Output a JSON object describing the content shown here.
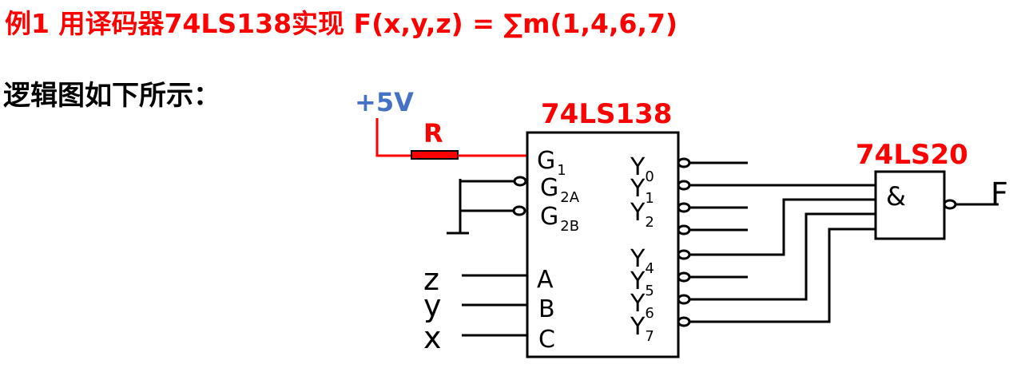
{
  "title": "例1  用译码器74LS138实现 F(x,y,z) = ∑m(1,4,6,7)",
  "subtitle": "逻辑图如下所示：",
  "supply_label": "+5V",
  "resistor_label": "R",
  "decoder_label": "74LS138",
  "nand_label": "74LS20",
  "nand_symbol": "&",
  "output_label": "F",
  "enable_pins": [
    {
      "main": "G",
      "sub": "1"
    },
    {
      "main": "G",
      "sub": "2A"
    },
    {
      "main": "G",
      "sub": "2B"
    }
  ],
  "address_pins": [
    "A",
    "B",
    "C"
  ],
  "inputs": [
    "z",
    "y",
    "x"
  ],
  "output_pins": [
    {
      "main": "Y",
      "sub": "0"
    },
    {
      "main": "Y",
      "sub": "1"
    },
    {
      "main": "Y",
      "sub": "2"
    },
    {
      "main": "Y",
      "sub": "4"
    },
    {
      "main": "Y",
      "sub": "5"
    },
    {
      "main": "Y",
      "sub": "6"
    },
    {
      "main": "Y",
      "sub": "7"
    }
  ],
  "colors": {
    "title": "#ff0000",
    "supply": "#4472c4",
    "wire_red": "#ff0000",
    "wire": "#000000"
  }
}
